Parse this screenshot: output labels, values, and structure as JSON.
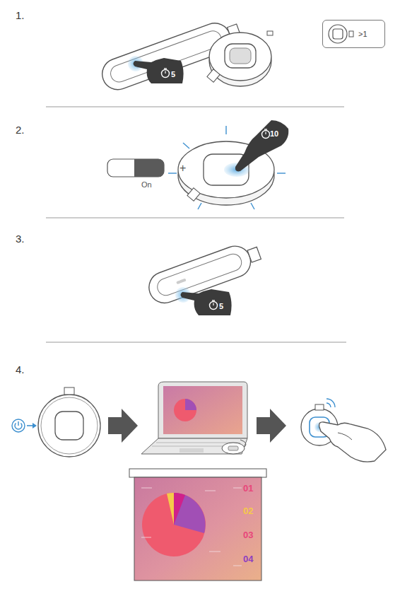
{
  "diagram": {
    "nodes": [
      {
        "text": [
          ">1"
        ]
      }
    ],
    "labels": [
      "1.",
      "5",
      "2.",
      "On",
      "+",
      "10",
      "3.",
      "5",
      "4.",
      "01",
      "02",
      "03",
      "04"
    ]
  }
}
